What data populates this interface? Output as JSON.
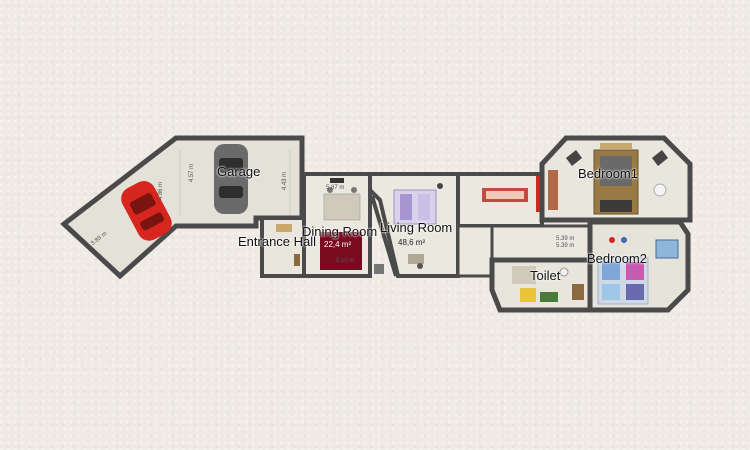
{
  "rooms": {
    "garage": "Garage",
    "bedroom1": "Bedroom1",
    "dining": "Dining Room",
    "living": "Living Room",
    "entrance": "Entrance Hall",
    "toilet": "Toilet",
    "bedroom2": "Bedroom2"
  },
  "areas": {
    "dining": "22,4 m²",
    "living": "48,6 m²"
  },
  "dimensions": {
    "garage_side": "4.57 m",
    "garage_side2": "4.43 m",
    "garage_diag": "4.86 m",
    "garage_bottom": "3.88 m",
    "dining_top": "5.87 m",
    "dining_bottom": "5.10 m",
    "bedroom2_a": "5.39 m",
    "bedroom2_b": "5.39 m"
  },
  "colors": {
    "wall": "#4a4a4a",
    "floor": "#e4e1d8",
    "car_red": "#d7261e",
    "car_gray": "#6a6a6a",
    "dining_rug": "#7a0a1f"
  }
}
